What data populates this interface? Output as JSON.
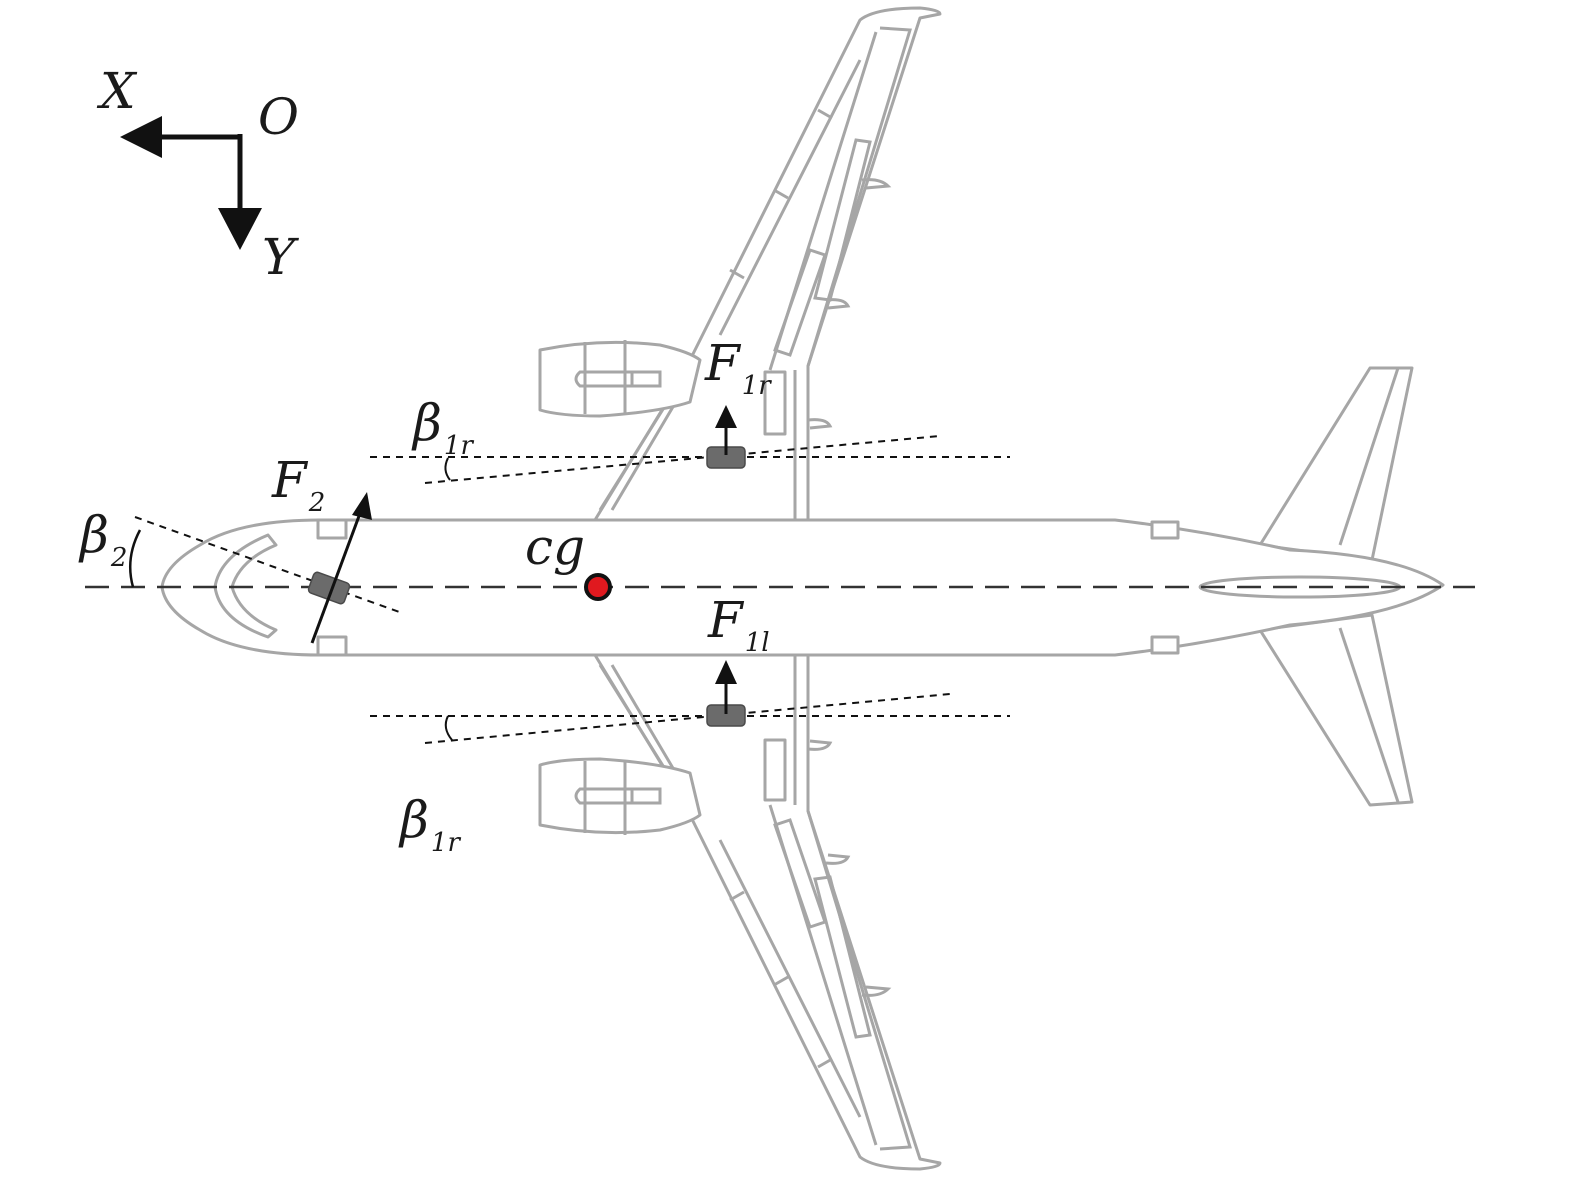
{
  "axes": {
    "x_label": "X",
    "origin_label": "O",
    "y_label": "Y"
  },
  "labels": {
    "cg": "cg",
    "F1r": {
      "main": "F",
      "sub": "1r"
    },
    "F1l": {
      "main": "F",
      "sub": "1l"
    },
    "F2": {
      "main": "F",
      "sub": "2"
    },
    "beta1r_top": {
      "main": "β",
      "sub": "1r"
    },
    "beta1r_bottom": {
      "main": "β",
      "sub": "1r"
    },
    "beta2": {
      "main": "β",
      "sub": "2"
    }
  },
  "colors": {
    "outline": "#a6a6a6",
    "ink": "#111111",
    "cg_marker": "#e0191f",
    "wheel": "#6b6b6b"
  }
}
